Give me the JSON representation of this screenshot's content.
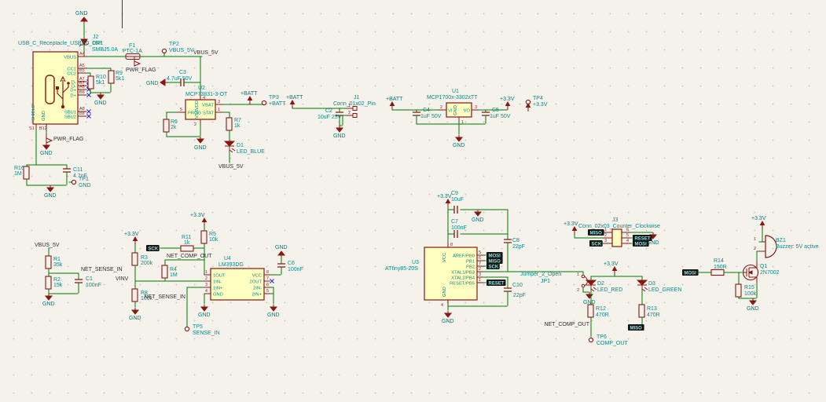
{
  "s": {
    "usb": {
      "gnd_top": "GND",
      "cr1": [
        "CR1",
        "SMBJ5.0A"
      ],
      "f1": [
        "F1",
        "PTC-1A"
      ],
      "tp2": [
        "TP2",
        "VBUS_5V"
      ],
      "net_vbus": "VBUS_5V",
      "pwrflag": "PWR_FLAG",
      "ref": "J2",
      "value": "USB_C_Receptacle_USB2.0_16P",
      "names": [
        "VBUS",
        "CC1",
        "CC2",
        "D-",
        "D-",
        "D+",
        "D+",
        "SBU1",
        "SBU2"
      ],
      "nums": [
        "A4",
        "A5",
        "B5",
        "A7",
        "B7",
        "A6",
        "B6",
        "A8",
        "B8"
      ],
      "shield": [
        "SHIELD",
        "S1"
      ],
      "gndpin": [
        "GND",
        "B12"
      ],
      "r10": [
        "R10",
        "5k1"
      ],
      "r9": [
        "R9",
        "5k1"
      ],
      "gnd_cc": "GND",
      "pwrflag2": "PWR_FLAG",
      "gnd_j2": "GND",
      "r16": [
        "R16",
        "1M"
      ],
      "c11": [
        "C11",
        "4.7nF"
      ],
      "tp1": [
        "TP1",
        "GND"
      ],
      "gnd_sh": "GND"
    },
    "chg": {
      "c3": [
        "C3",
        "4.7uF 50V"
      ],
      "gnd_c3": "GND",
      "ref": "U2",
      "value": "MCP73831-3-OT",
      "vdd": [
        "VDD",
        "4"
      ],
      "vbat": [
        "VBAT",
        "3"
      ],
      "prog": [
        "PROG",
        "5"
      ],
      "stat": [
        "STAT",
        "1"
      ],
      "vss": [
        "VSS",
        "2"
      ],
      "r6": [
        "R6",
        "2k"
      ],
      "gnd": "GND",
      "r7": [
        "R7",
        "1k"
      ],
      "d1": [
        "D1",
        "LED_BLUE"
      ],
      "net_vbus": "VBUS_5V",
      "pbatt": "+BATT",
      "tp3": [
        "TP3",
        "+BATT"
      ]
    },
    "bat": {
      "pbatt": "+BATT",
      "ref": "J1",
      "value": "Conn_01x02_Pin",
      "p1": "1",
      "p2": "2",
      "c2": [
        "C2",
        "10uF 25V"
      ],
      "gnd": "GND"
    },
    "reg": {
      "pbatt": "+BATT",
      "ref": "U1",
      "value": "MCP1700x-3302xTT",
      "vi": [
        "VI",
        "2"
      ],
      "vo": [
        "VO",
        "3"
      ],
      "gndp": [
        "GND",
        "1"
      ],
      "c4": [
        "C4",
        "1uF 50V"
      ],
      "c5": [
        "C5",
        "1uF 50V"
      ],
      "gnd": "GND",
      "p33": "+3.3V",
      "tp4": [
        "TP4",
        "+3.3V"
      ]
    },
    "div": {
      "net": "VBUS_5V",
      "r1": [
        "R1",
        "35k"
      ],
      "sense": "NET_SENSE_IN",
      "c1": [
        "C1",
        "100nF"
      ],
      "r2": [
        "R2",
        "15k"
      ],
      "gnd": "GND"
    },
    "cmp": {
      "p33a": "+3.3V",
      "r3": [
        "R3",
        "200k"
      ],
      "vinv": "VINV",
      "r8": [
        "R8",
        "100k"
      ],
      "gnd_l": "GND",
      "sck": "SCK",
      "r11": [
        "R11",
        "1k"
      ],
      "comp": "NET_COMP_OUT",
      "r5": [
        "R5",
        "10k"
      ],
      "p33b": "+3.3V",
      "r4": [
        "R4",
        "1M"
      ],
      "sense": "NET_SENSE_IN",
      "tp5": [
        "TP5",
        "SENSE_IN"
      ],
      "ref": "U4",
      "value": "LM393DG",
      "ln": [
        "1OUT",
        "1IN-",
        "1IN+",
        "GND"
      ],
      "lnum": [
        "1",
        "2",
        "3",
        "4"
      ],
      "rn": [
        "VCC",
        "2OUT",
        "2IN-",
        "2IN+"
      ],
      "rnum": [
        "8",
        "7",
        "6",
        "5"
      ],
      "gnd_p4": "GND",
      "gnd_t": "GND",
      "c6": [
        "C6",
        "100nF"
      ],
      "gnd_r": "GND"
    },
    "mcu": {
      "p33": "+3.3V",
      "c9": [
        "C9",
        "10uF"
      ],
      "gnd_d": "GND",
      "c7": [
        "C7",
        "100nF"
      ],
      "ref": "U3",
      "value": "ATtiny85-20S",
      "vcc": [
        "VCC",
        "8"
      ],
      "gndp": [
        "GND",
        "4"
      ],
      "names": [
        "AREF/PB0",
        "PB1",
        "PB2",
        "XTAL1/PB3",
        "XTAL2/PB4",
        "RESET/PB5"
      ],
      "nums": [
        "5",
        "6",
        "7",
        "2",
        "3",
        "1"
      ],
      "mosi": "MOSI",
      "miso": "MISO",
      "sck": "SCK",
      "reset": "RESET",
      "c8": [
        "C8",
        "22pF"
      ],
      "c10": [
        "C10",
        "22pF"
      ],
      "gnd_b": "GND",
      "jp": [
        "JP1",
        "Jumper_2_Open",
        "1",
        "2"
      ],
      "gnd_j": "GND"
    },
    "isp": {
      "ref": "J3",
      "value": "Conn_02x03_Counter_Clockwise",
      "p33": "+3.3V",
      "miso": "MISO",
      "sck": "SCK",
      "reset": "RESET",
      "mosi": "MOSI",
      "gnd": "GND",
      "lnum": [
        "1",
        "2",
        "3"
      ],
      "rnum": [
        "6",
        "5",
        "4"
      ]
    },
    "led": {
      "p33": "+3.3V",
      "d2": [
        "D2",
        "LED_RED"
      ],
      "d3": [
        "D3",
        "LED_GREEN"
      ],
      "r12": [
        "R12",
        "470R"
      ],
      "r13": [
        "R13",
        "470R"
      ],
      "comp": "NET_COMP_OUT",
      "miso": "MISO",
      "tp6": [
        "TP6",
        "COMP_OUT"
      ]
    },
    "buz": {
      "mosi": "MOSI",
      "r14": [
        "R14",
        "150R"
      ],
      "q1": [
        "Q1",
        "2N7002"
      ],
      "r15": [
        "R15",
        "100k"
      ],
      "p33": "+3.3V",
      "bz": [
        "BZ1",
        "Buzzer: 5V active"
      ],
      "p1": "1",
      "p2": "2",
      "gnd": "GND"
    }
  }
}
